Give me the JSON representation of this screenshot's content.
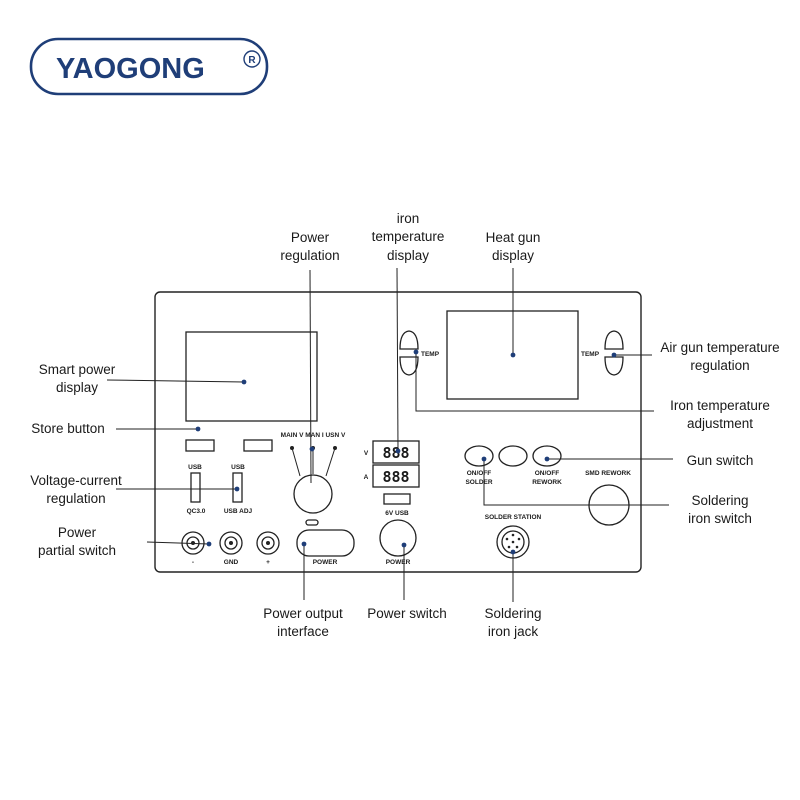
{
  "brand": {
    "name": "YAOGONG",
    "registered_mark": "R",
    "color": "#1f3e78"
  },
  "callouts": {
    "smart_power_display": [
      "Smart power",
      "display"
    ],
    "store_button": [
      "Store button"
    ],
    "voltage_current_regulation": [
      "Voltage-current",
      "regulation"
    ],
    "power_partial_switch": [
      "Power",
      "partial switch"
    ],
    "power_regulation": [
      "Power",
      "regulation"
    ],
    "iron_temperature_display": [
      "iron",
      "temperature",
      "display"
    ],
    "heat_gun_display": [
      "Heat gun",
      "display"
    ],
    "air_gun_temperature_regulation": [
      "Air gun temperature",
      "regulation"
    ],
    "iron_temperature_adjustment": [
      "Iron temperature",
      "adjustment"
    ],
    "gun_switch": [
      "Gun switch"
    ],
    "soldering_iron_switch": [
      "Soldering",
      "iron switch"
    ],
    "power_output_interface": [
      "Power output",
      "interface"
    ],
    "power_switch": [
      "Power switch"
    ],
    "soldering_iron_jack": [
      "Soldering",
      "iron jack"
    ]
  },
  "panel_labels": {
    "usb_left": "USB",
    "usb_right": "USB",
    "qc30": "QC3.0",
    "usb_adj": "USB ADJ",
    "mode_selector": "MAIN V MAN I USN V",
    "volt_symbol": "V",
    "amp_symbol": "A",
    "segment_digits": "888",
    "six_v_usb": "6V USB",
    "power_left": "POWER",
    "power_right": "POWER",
    "terminal_minus": "-",
    "terminal_gnd": "GND",
    "terminal_plus": "+",
    "temp_left": "TEMP",
    "temp_right": "TEMP",
    "onoff_solder": [
      "ON/OFF",
      "SOLDER"
    ],
    "onoff_rework": [
      "ON/OFF",
      "REWORK"
    ],
    "smd_rework": "SMD REWORK",
    "solder_station": "SOLDER STATION"
  }
}
